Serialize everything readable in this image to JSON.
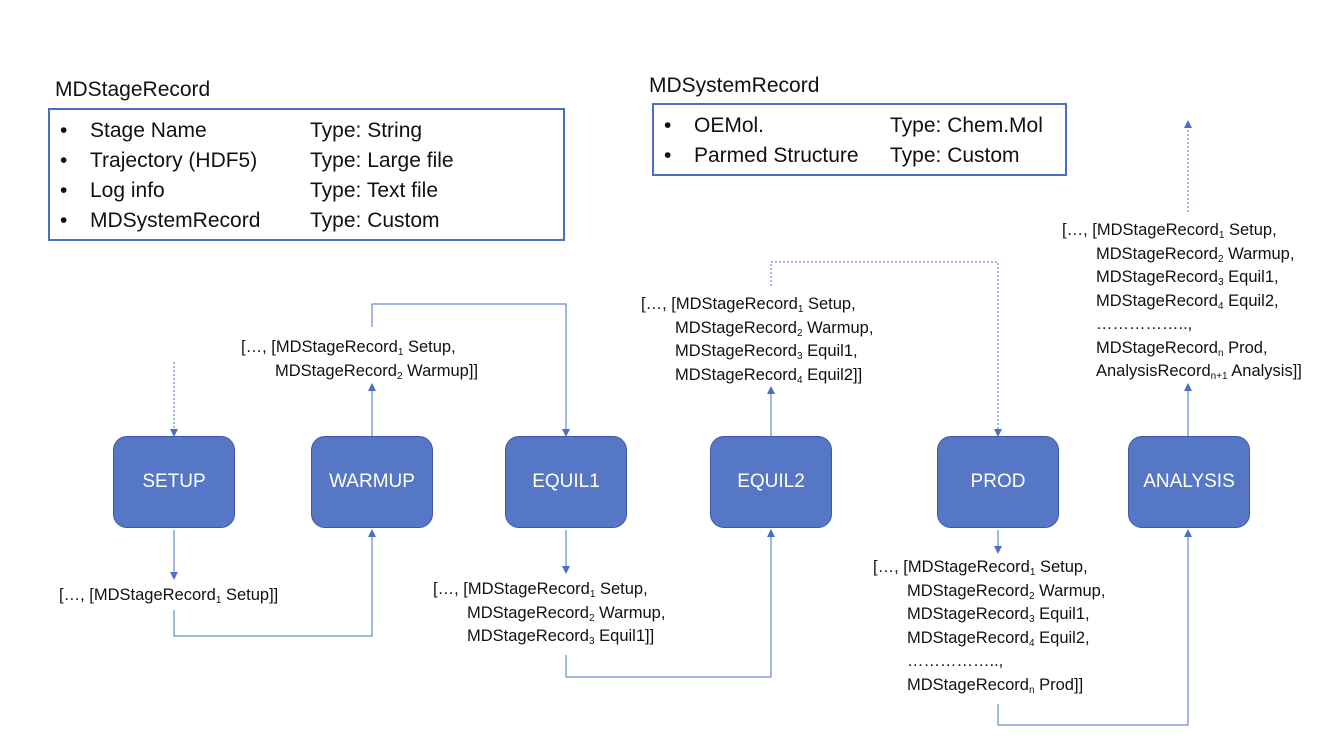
{
  "stage_record": {
    "title": "MDStageRecord",
    "fields": [
      {
        "bullet": "•",
        "name": "Stage Name",
        "type": "Type:   String"
      },
      {
        "bullet": "•",
        "name": "Trajectory (HDF5)",
        "type": "Type:   Large file"
      },
      {
        "bullet": "•",
        "name": "Log info",
        "type": "Type:  Text file"
      },
      {
        "bullet": "•",
        "name": "MDSystemRecord",
        "type": "Type:  Custom"
      }
    ]
  },
  "system_record": {
    "title": "MDSystemRecord",
    "fields": [
      {
        "bullet": "•",
        "name": "OEMol.",
        "type": "Type: Chem.Mol"
      },
      {
        "bullet": "•",
        "name": "Parmed Structure",
        "type": "Type: Custom"
      }
    ]
  },
  "stages": [
    {
      "id": "setup",
      "label": "SETUP"
    },
    {
      "id": "warmup",
      "label": "WARMUP"
    },
    {
      "id": "equil1",
      "label": "EQUIL1"
    },
    {
      "id": "equil2",
      "label": "EQUIL2"
    },
    {
      "id": "prod",
      "label": "PROD"
    },
    {
      "id": "analysis",
      "label": "ANALYSIS"
    }
  ],
  "record_lists": [
    {
      "id": "after-setup",
      "lines": [
        {
          "pre": "[…, [MDStageRecord",
          "sub": "1",
          "post": " Setup]]"
        }
      ]
    },
    {
      "id": "after-warmup",
      "lines": [
        {
          "pre": "[…, [MDStageRecord",
          "sub": "1",
          "post": " Setup,"
        },
        {
          "pre": "MDStageRecord",
          "sub": "2",
          "post": " Warmup]]"
        }
      ]
    },
    {
      "id": "after-equil1",
      "lines": [
        {
          "pre": "[…, [MDStageRecord",
          "sub": "1",
          "post": " Setup,"
        },
        {
          "pre": "MDStageRecord",
          "sub": "2",
          "post": " Warmup,"
        },
        {
          "pre": "MDStageRecord",
          "sub": "3",
          "post": " Equil1]]"
        }
      ]
    },
    {
      "id": "after-equil2",
      "lines": [
        {
          "pre": "[…, [MDStageRecord",
          "sub": "1",
          "post": " Setup,"
        },
        {
          "pre": "MDStageRecord",
          "sub": "2",
          "post": " Warmup,"
        },
        {
          "pre": "MDStageRecord",
          "sub": "3",
          "post": " Equil1,"
        },
        {
          "pre": "MDStageRecord",
          "sub": "4",
          "post": " Equil2]]"
        }
      ]
    },
    {
      "id": "after-prod",
      "lines": [
        {
          "pre": "[…, [MDStageRecord",
          "sub": "1",
          "post": " Setup,"
        },
        {
          "pre": "MDStageRecord",
          "sub": "2",
          "post": " Warmup,"
        },
        {
          "pre": "MDStageRecord",
          "sub": "3",
          "post": " Equil1,"
        },
        {
          "pre": "MDStageRecord",
          "sub": "4",
          "post": " Equil2,"
        },
        {
          "pre": "……………..,",
          "sub": "",
          "post": ""
        },
        {
          "pre": "MDStageRecord",
          "sub": "n",
          "post": " Prod]]"
        }
      ]
    },
    {
      "id": "after-analysis",
      "lines": [
        {
          "pre": "[…, [MDStageRecord",
          "sub": "1",
          "post": " Setup,"
        },
        {
          "pre": "MDStageRecord",
          "sub": "2",
          "post": " Warmup,"
        },
        {
          "pre": "MDStageRecord",
          "sub": "3",
          "post": " Equil1,"
        },
        {
          "pre": "MDStageRecord",
          "sub": "4",
          "post": " Equil2,"
        },
        {
          "pre": "……………..,",
          "sub": "",
          "post": ""
        },
        {
          "pre": "MDStageRecord",
          "sub": "n",
          "post": " Prod,"
        },
        {
          "pre": "AnalysisRecord",
          "sub": "n+1",
          "post": " Analysis]]"
        }
      ]
    }
  ],
  "colors": {
    "stage_fill": "#5677c6",
    "connector": "#4a6fc4",
    "box_border": "#4a6fc4"
  }
}
